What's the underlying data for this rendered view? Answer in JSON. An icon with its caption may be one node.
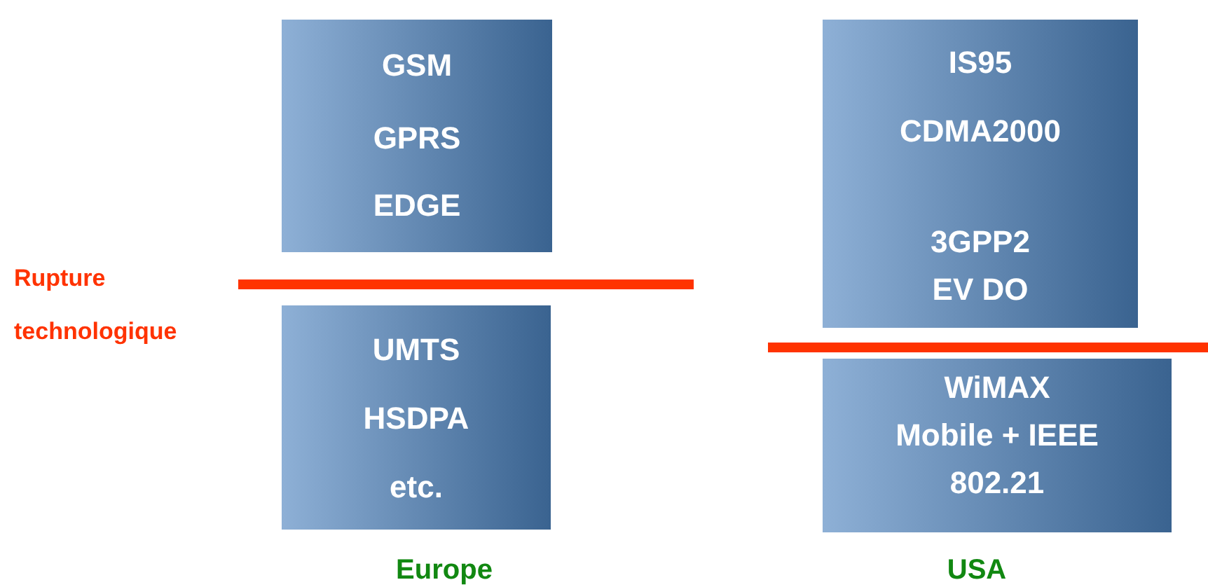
{
  "diagram": {
    "nodes": [
      {
        "text": [
          "GSM",
          "GPRS",
          "EDGE"
        ]
      },
      {
        "text": [
          "UMTS",
          "HSDPA",
          "etc."
        ]
      },
      {
        "text": [
          "IS95",
          "CDMA2000",
          "3GPP2 EV DO"
        ]
      },
      {
        "text": [
          "WiMAX Mobile + IEEE 802.21"
        ]
      }
    ],
    "labels": [
      "Rupture technologique",
      "Europe",
      "USA"
    ]
  }
}
